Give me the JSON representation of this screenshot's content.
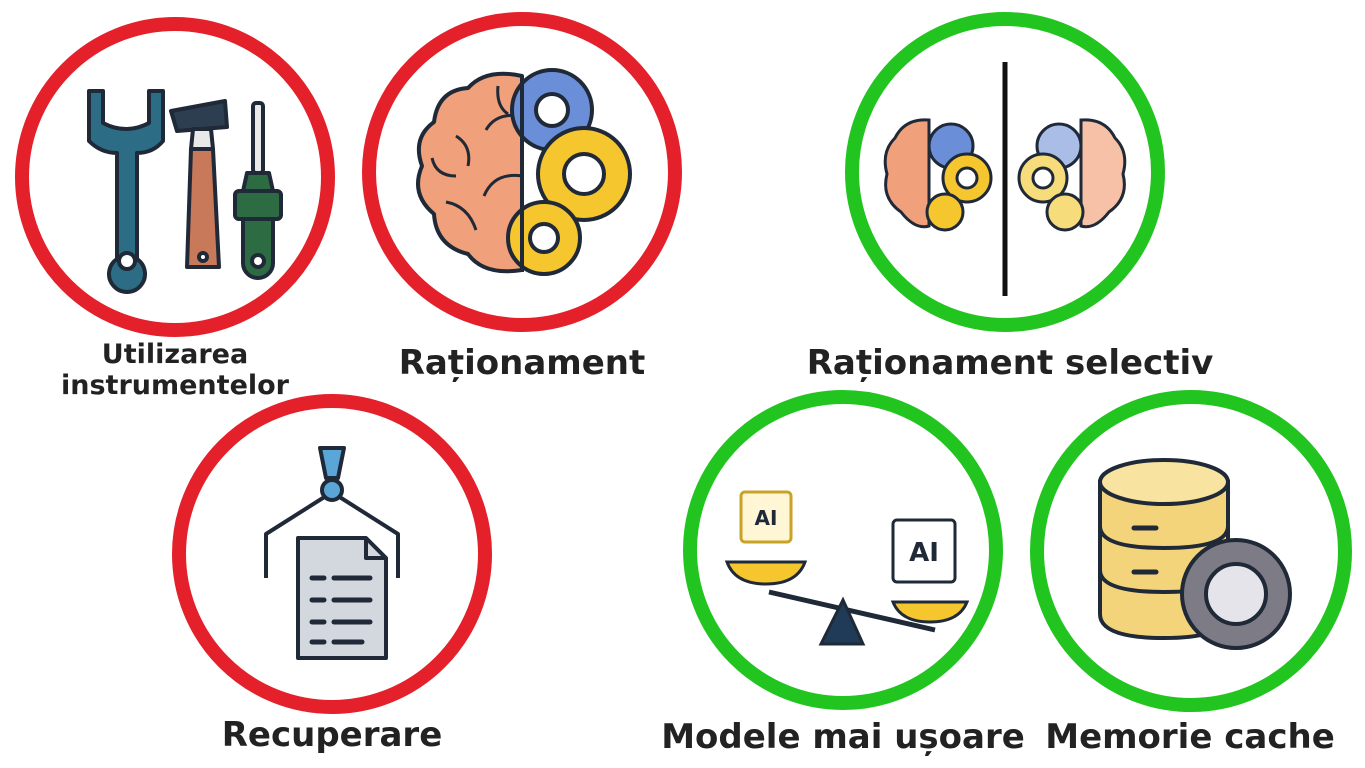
{
  "colors": {
    "warning_ring": "#e4202b",
    "ok_ring": "#22c51f",
    "outline": "#1f2937",
    "brain": "#f0a07a",
    "gear_yellow": "#f5c62e",
    "gear_blue": "#6a8fd8",
    "wrench": "#2c6c85",
    "screwdriver": "#2d6b43",
    "hammer_handle": "#c8795a",
    "document": "#d3d7de",
    "database": "#f4d47a",
    "gear_gray": "#7d7b86",
    "scale": "#1f3b57"
  },
  "items": [
    {
      "label": "Utilizarea instrumentelor",
      "status": "red",
      "icon": "tools-icon"
    },
    {
      "label": "Raționament",
      "status": "red",
      "icon": "brain-gears-icon"
    },
    {
      "label": "Raționament selectiv",
      "status": "green",
      "icon": "split-brain-icon"
    },
    {
      "label": "Recuperare",
      "status": "red",
      "icon": "document-claw-icon"
    },
    {
      "label": "Modele mai ușoare",
      "status": "green",
      "icon": "ai-scale-icon"
    },
    {
      "label": "Memorie cache",
      "status": "green",
      "icon": "database-gear-icon"
    }
  ]
}
